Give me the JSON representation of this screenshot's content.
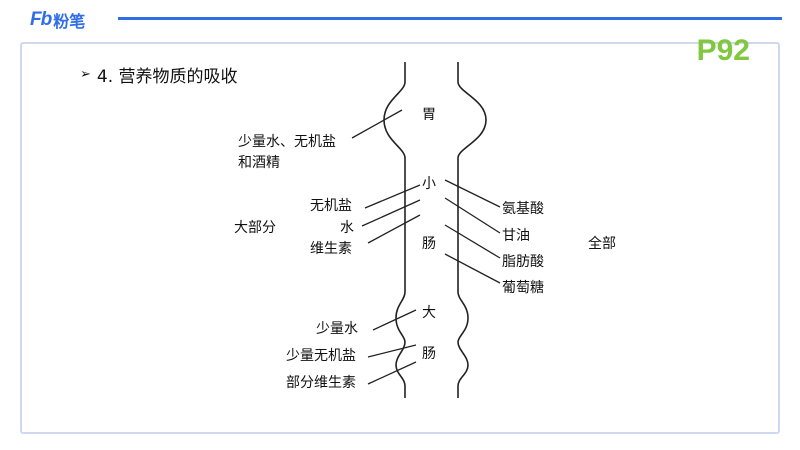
{
  "brand": {
    "mark": "Fb",
    "name": "粉笔"
  },
  "page_number": "P92",
  "heading": {
    "bullet": "➢",
    "text": "4. 营养物质的吸收"
  },
  "organs": {
    "stomach": "胃",
    "small_1": "小",
    "small_2": "肠",
    "large_1": "大",
    "large_2": "肠"
  },
  "stomach_labels": {
    "line1": "少量水、无机盐",
    "line2": "和酒精"
  },
  "small_left": {
    "group": "大部分",
    "items": [
      "无机盐",
      "水",
      "维生素"
    ]
  },
  "small_right": {
    "group": "全部",
    "items": [
      "氨基酸",
      "甘油",
      "脂肪酸",
      "葡萄糖"
    ]
  },
  "large_left": {
    "items": [
      "少量水",
      "少量无机盐",
      "部分维生素"
    ]
  }
}
